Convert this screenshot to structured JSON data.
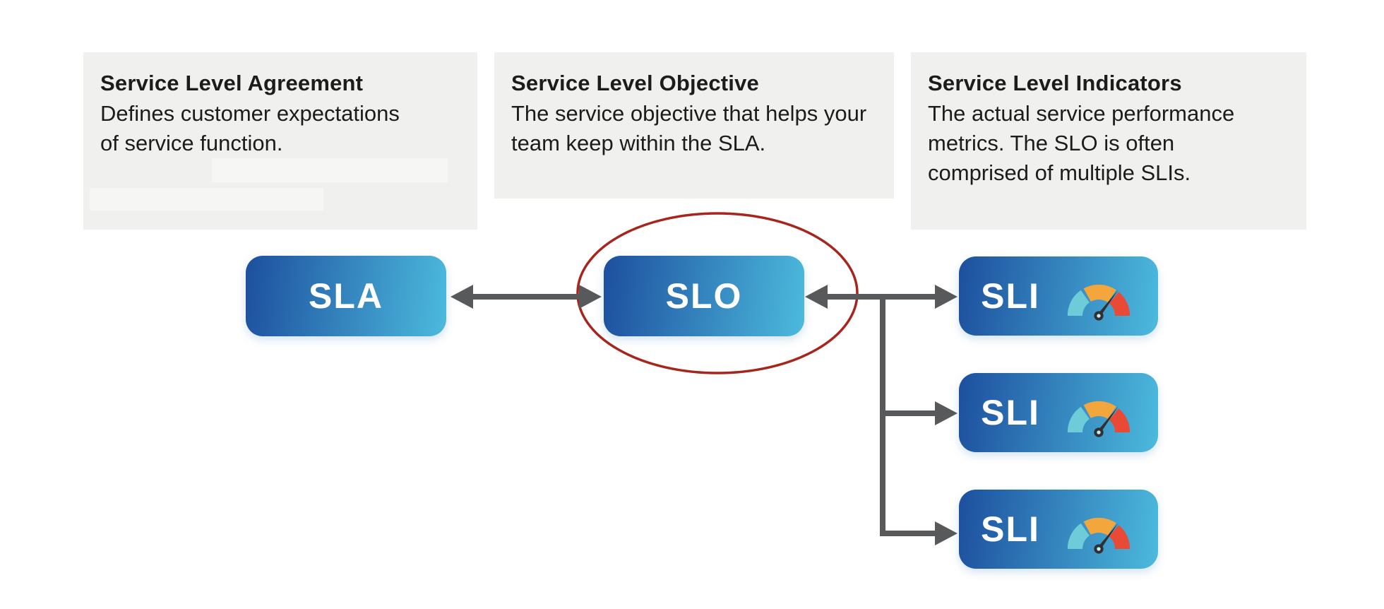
{
  "cards": [
    {
      "title": "Service Level Agreement",
      "body": "Defines customer expectations of service function."
    },
    {
      "title": "Service Level Objective",
      "body": "The service objective that helps your team keep within the SLA."
    },
    {
      "title": "Service Level Indicators",
      "body": "The actual service performance metrics. The SLO is often comprised of multiple SLIs."
    }
  ],
  "nodes": {
    "sla": "SLA",
    "slo": "SLO",
    "sli": [
      "SLI",
      "SLI",
      "SLI"
    ]
  },
  "icons": {
    "sli_gauge": "speedometer-gauge-icon"
  },
  "colors": {
    "card_bg": "#f0f0ee",
    "redacted_bg": "#f6f6f4",
    "node_gradient_start": "#1d4f9e",
    "node_gradient_end": "#4cbadd",
    "arrow": "#58595b",
    "highlight_ellipse": "#a8251d",
    "gauge_teal": "#6ecbd8",
    "gauge_orange": "#f2a63b",
    "gauge_red": "#e94a35",
    "gauge_needle": "#2e3033"
  }
}
